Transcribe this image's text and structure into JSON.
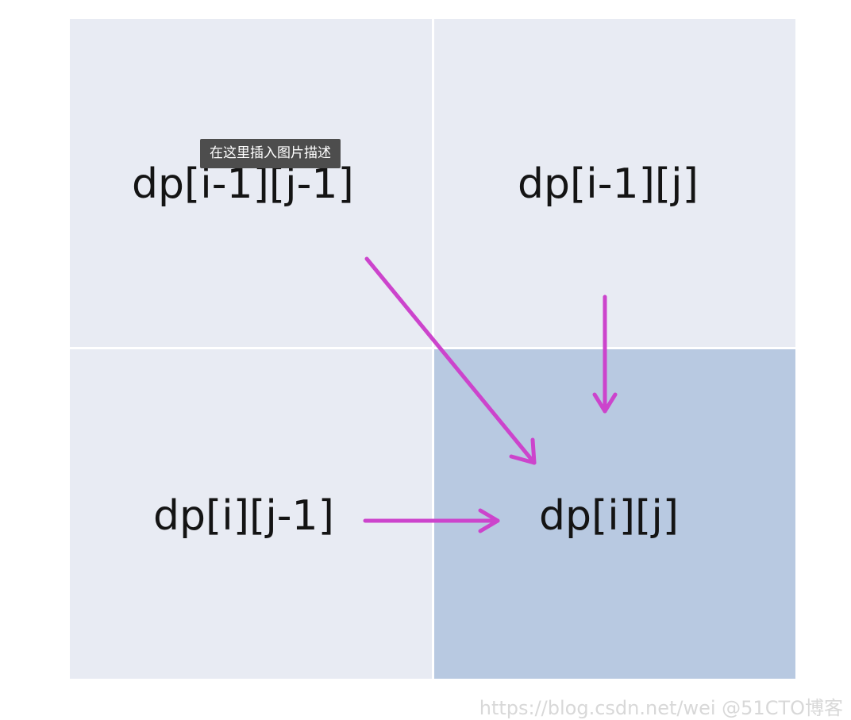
{
  "cells": {
    "top_left": "dp[i-1][j-1]",
    "top_right": "dp[i-1][j]",
    "bottom_left": "dp[i][j-1]",
    "bottom_right": "dp[i][j]"
  },
  "tooltip": "在这里插入图片描述",
  "watermark": "https://blog.csdn.net/wei @51CTO博客",
  "colors": {
    "cell_light": "#e8ebf3",
    "cell_highlight": "#b8c9e1",
    "arrow": "#cc44cc",
    "tooltip_bg": "#4d4d4d"
  }
}
